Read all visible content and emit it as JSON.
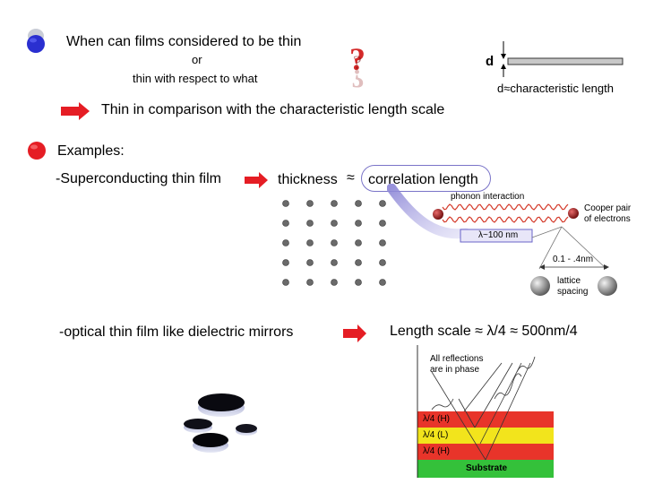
{
  "slide": {
    "bullet1": {
      "title": "When can films considered to be thin",
      "or": "or",
      "sub": "thin with respect to what"
    },
    "film_diagram": {
      "d_label": "d",
      "caption": "d≈characteristic length"
    },
    "conclusion": "Thin in comparison with the characteristic length scale",
    "bullet2": {
      "examples_label": "Examples:",
      "superconducting_label": "-Superconducting thin film",
      "thickness_text": "thickness",
      "approx": "≈",
      "correlation_text": "correlation length",
      "optical_label": "-optical thin film like dielectric mirrors",
      "length_scale_text": "Length scale ≈ λ/4 ≈ 500nm/4"
    },
    "cooper_pair_diagram": {
      "phonon_label": "phonon interaction",
      "cooper_label_line1": "Cooper pair",
      "cooper_label_line2": "of electrons",
      "lambda_label": "λ~100 nm",
      "lattice_spacing_value": "0.1 - .4nm",
      "lattice_label_line1": "lattice",
      "lattice_label_line2": "spacing"
    },
    "mirror_diagram": {
      "reflections_line1": "All reflections",
      "reflections_line2": "are in phase",
      "layers": [
        {
          "frac": "λ/4",
          "tag": "(H)",
          "color": "#e8342a"
        },
        {
          "frac": "λ/4",
          "tag": "(L)",
          "color": "#f2e41c"
        },
        {
          "frac": "λ/4",
          "tag": "(H)",
          "color": "#e8342a"
        }
      ],
      "substrate_label": "Substrate",
      "substrate_color": "#34c13a"
    },
    "icons": {
      "bullet1": "blue-circle-bullet",
      "bullet2": "red-circle-bullet",
      "arrows": "red-right-arrow",
      "question": "question-mark-icon"
    },
    "colors": {
      "accent_red": "#e51d24",
      "bullet_blue": "#2a2fd0",
      "highlight_outline": "#7a74c8"
    }
  }
}
